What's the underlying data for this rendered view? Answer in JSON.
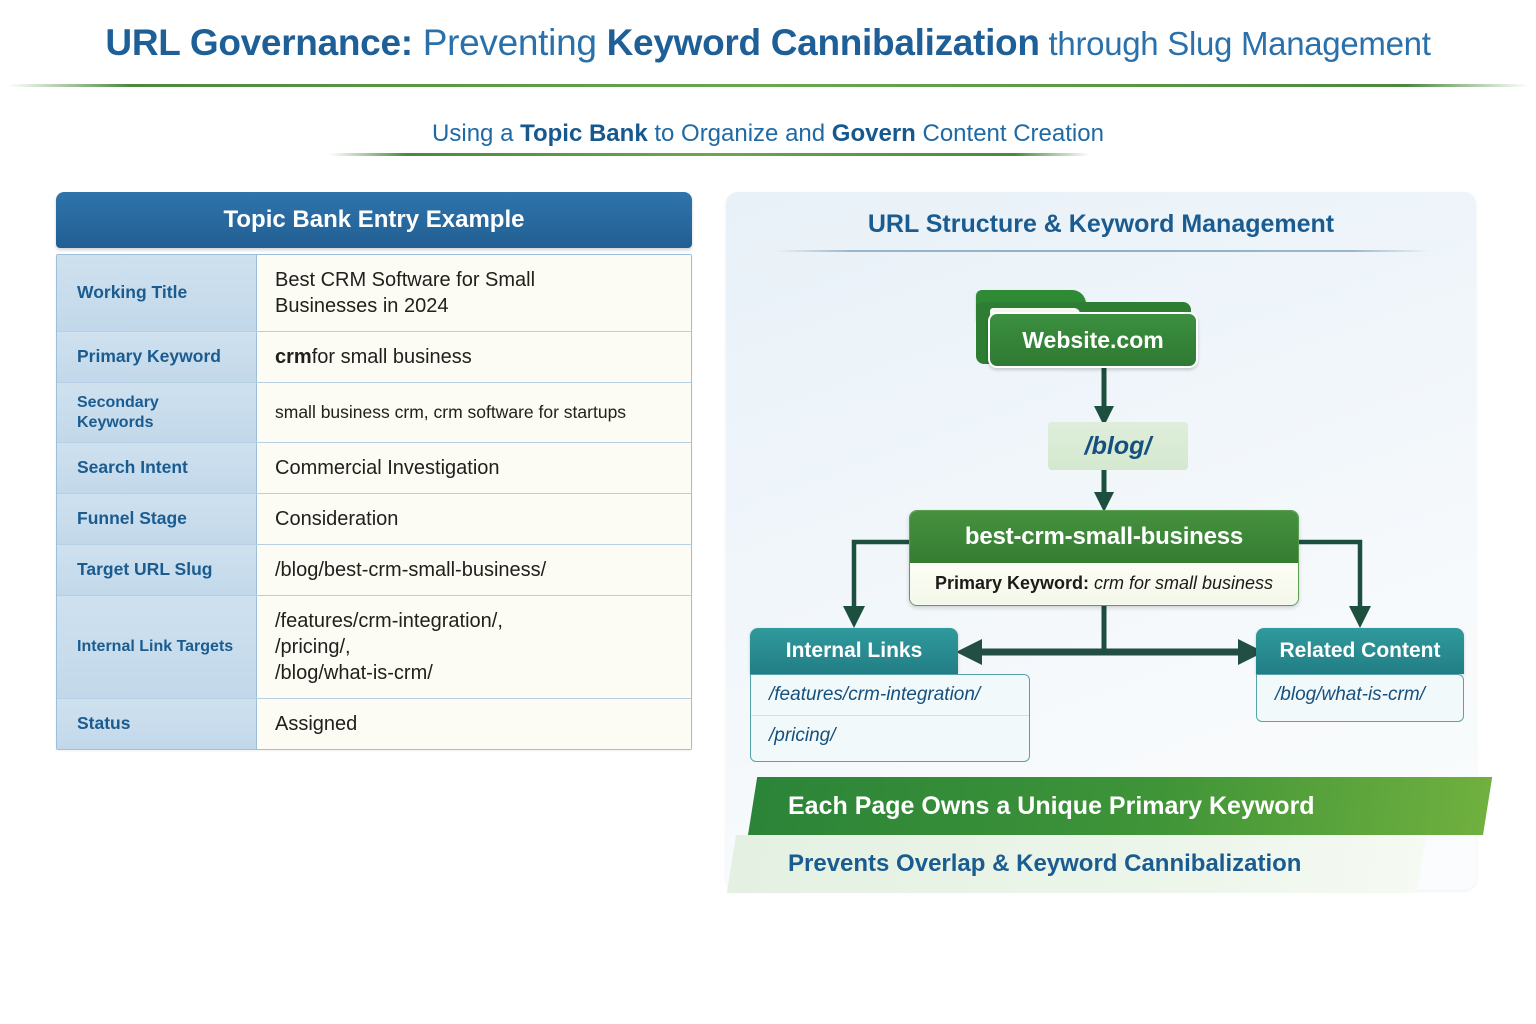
{
  "header": {
    "title_part1": "URL Governance:",
    "title_part2": " Preventing ",
    "title_part3": "Keyword Cannibalization",
    "title_part4": " through Slug Management",
    "subtitle_a": "Using a ",
    "subtitle_b": "Topic Bank",
    "subtitle_c": " to Organize and ",
    "subtitle_d": "Govern",
    "subtitle_e": " Content Creation"
  },
  "table": {
    "header": "Topic Bank Entry Example",
    "rows": [
      {
        "label": "Working Title",
        "value": "Best CRM Software for Small\nBusinesses in 2024"
      },
      {
        "label": "Primary Keyword",
        "value_bold": "crm",
        "value": " for small business"
      },
      {
        "label": "Secondary Keywords",
        "value": "small business crm, crm software for startups"
      },
      {
        "label": "Search Intent",
        "value": "Commercial Investigation"
      },
      {
        "label": "Funnel Stage",
        "value": "Consideration"
      },
      {
        "label": "Target URL Slug",
        "value": "/blog/best-crm-small-business/"
      },
      {
        "label": "Internal Link Targets",
        "value": "/features/crm-integration/,\n/pricing/,\n/blog/what-is-crm/"
      },
      {
        "label": "Status",
        "value": "Assigned"
      }
    ]
  },
  "panel": {
    "title": "URL Structure & Keyword Management",
    "root_node": "Website.com",
    "blog_node": "/blog/",
    "slug_node": "best-crm-small-business",
    "slug_sub_label": "Primary Keyword:",
    "slug_sub_value": "crm for small business",
    "internal_links": {
      "title": "Internal Links",
      "items": [
        "/features/crm-integration/",
        "/pricing/"
      ]
    },
    "related_content": {
      "title": "Related Content",
      "items": [
        "/blog/what-is-crm/"
      ]
    },
    "banner_top": "Each Page Owns a Unique Primary Keyword",
    "banner_bottom": "Prevents Overlap & Keyword Cannibalization"
  },
  "colors": {
    "brand_blue": "#1b5c90",
    "header_blue": "#2b6ca3",
    "green": "#2f7a33",
    "light_green": "#d4e8cf",
    "teal": "#227e85",
    "table_label_blue": "#c8dcec",
    "panel_bg": "#eaf2f9"
  }
}
